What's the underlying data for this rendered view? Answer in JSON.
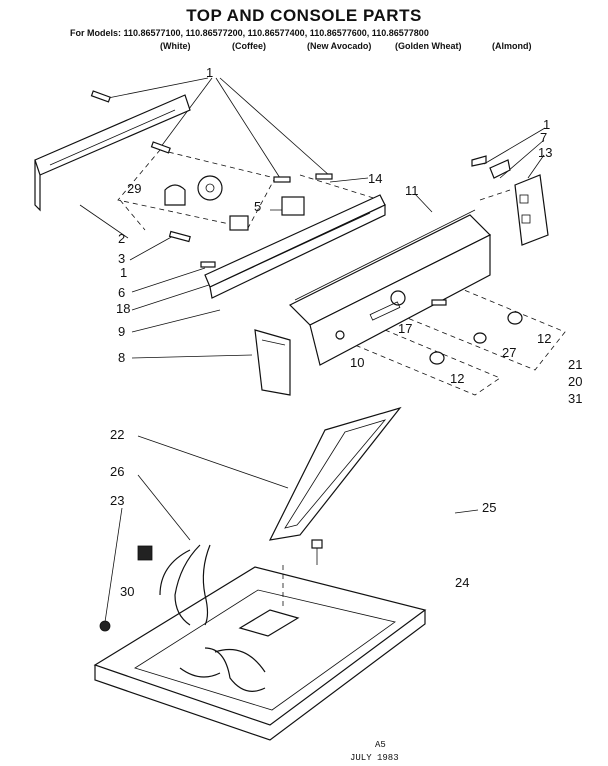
{
  "title": "TOP AND CONSOLE PARTS",
  "models_line": "For Models: 110.86577100, 110.86577200, 110.86577400, 110.86577600, 110.86577800",
  "colors": [
    "(White)",
    "(Coffee)",
    "(New Avocado)",
    "(Golden Wheat)",
    "(Almond)"
  ],
  "callouts": {
    "c1a": "1",
    "c1b": "1",
    "c1c": "1",
    "c2": "2",
    "c3": "3",
    "c29": "29",
    "c5": "5",
    "c14": "14",
    "c11": "11",
    "c7": "7",
    "c13": "13",
    "c6": "6",
    "c18": "18",
    "c9": "9",
    "c8": "8",
    "c10": "10",
    "c17": "17",
    "c12a": "12",
    "c12b": "12",
    "c27": "27",
    "c21": "21",
    "c20": "20",
    "c31": "31",
    "c22": "22",
    "c26": "26",
    "c23": "23",
    "c25": "25",
    "c30": "30",
    "c24": "24"
  },
  "footer": {
    "code": "A5",
    "date": "JULY 1983"
  }
}
